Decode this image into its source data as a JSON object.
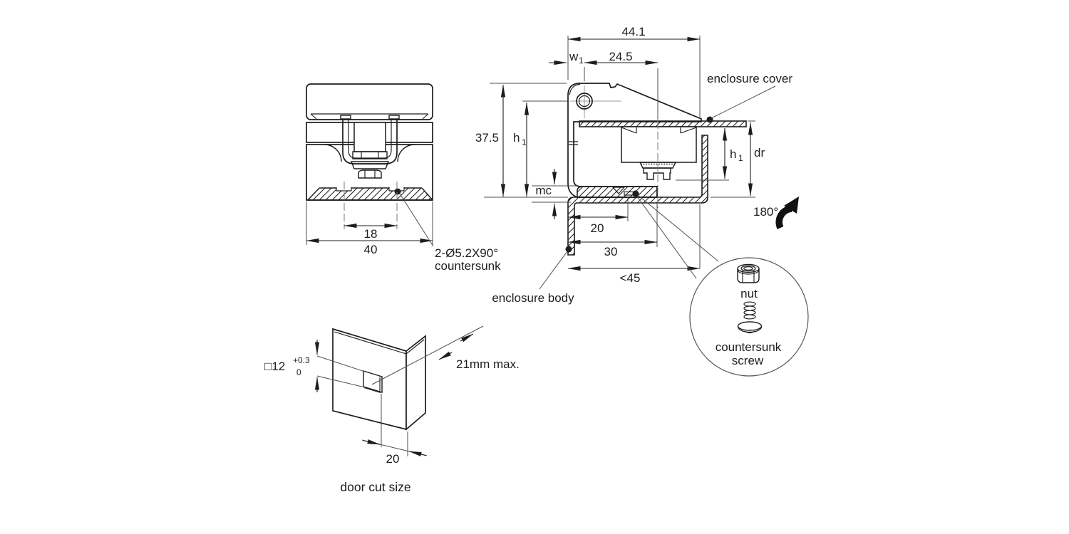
{
  "front_view": {
    "dim_18": "18",
    "dim_40": "40",
    "callout_line1": "2-Ø5.2X90°",
    "callout_line2": "countersunk"
  },
  "side_view": {
    "dim_44_1": "44.1",
    "dim_w1_main": "w",
    "dim_w1_sub": "1",
    "dim_24_5": "24.5",
    "dim_37_5": "37.5",
    "dim_h1_main": "h",
    "dim_h1_sub": "1",
    "dim_mc": "mc",
    "dim_20": "20",
    "dim_30": "30",
    "dim_lt45": "<45",
    "dim_dr": "dr",
    "dim_rotation": "180°",
    "label_cover": "enclosure cover",
    "label_body": "enclosure body"
  },
  "detail_view": {
    "label_nut": "nut",
    "label_screw_line1": "countersunk",
    "label_screw_line2": "screw"
  },
  "door_view": {
    "dim_square": "□12",
    "tol_plus": "+0.3",
    "tol_zero": "0",
    "dim_depth": "21mm max.",
    "dim_20": "20",
    "caption": "door cut size"
  },
  "colors": {
    "line": "#1d1d1d",
    "centerline": "#7a7a7a",
    "background": "#ffffff"
  }
}
